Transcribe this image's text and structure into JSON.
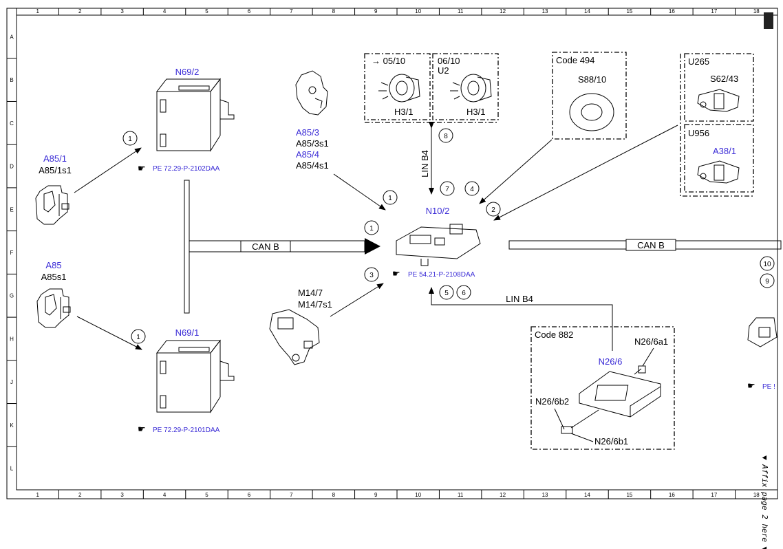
{
  "grid": {
    "cols": [
      "1",
      "2",
      "3",
      "4",
      "5",
      "6",
      "7",
      "8",
      "9",
      "10",
      "11",
      "12",
      "13",
      "14",
      "15",
      "16",
      "17",
      "18"
    ],
    "rows": [
      "A",
      "B",
      "C",
      "D",
      "E",
      "F",
      "G",
      "H",
      "J",
      "K",
      "L"
    ]
  },
  "components": {
    "n69_2": "N69/2",
    "n69_1": "N69/1",
    "a85_1": "A85/1",
    "a85_1s1": "A85/1s1",
    "a85": "A85",
    "a85s1": "A85s1",
    "a85_3": "A85/3",
    "a85_3s1": "A85/3s1",
    "a85_4": "A85/4",
    "a85_4s1": "A85/4s1",
    "m14_7": "M14/7",
    "m14_7s1": "M14/7s1",
    "n10_2": "N10/2",
    "h3_1_a": "H3/1",
    "h3_1_b": "H3/1",
    "s88_10": "S88/10",
    "s62_43": "S62/43",
    "a38_1": "A38/1",
    "n26_6": "N26/6",
    "n26_6a1": "N26/6a1",
    "n26_6b1": "N26/6b1",
    "n26_6b2": "N26/6b2"
  },
  "references": {
    "ref_n69_2": "PE 72.29-P-2102DAA",
    "ref_n69_1": "PE 72.29-P-2101DAA",
    "ref_n10_2": "PE 54.21-P-2108DAA",
    "ref_right": "PE !"
  },
  "codes": {
    "c0510": "→ 05/10",
    "c0610": "06/10",
    "u2": "U2",
    "code494": "Code 494",
    "u265": "U265",
    "u956": "U956",
    "code882": "Code 882"
  },
  "buses": {
    "can_left": "CAN B",
    "can_right": "CAN B",
    "lin_vert": "LIN B4",
    "lin_horiz": "LIN B4"
  },
  "callouts": {
    "c1a": "1",
    "c1b": "1",
    "c1c": "1",
    "c1d": "1",
    "c2": "2",
    "c3": "3",
    "c4": "4",
    "c5": "5",
    "c6": "6",
    "c7": "7",
    "c8": "8",
    "c9": "9",
    "c10": "10"
  },
  "side_note": "▼ Affix page 2 here ▼"
}
